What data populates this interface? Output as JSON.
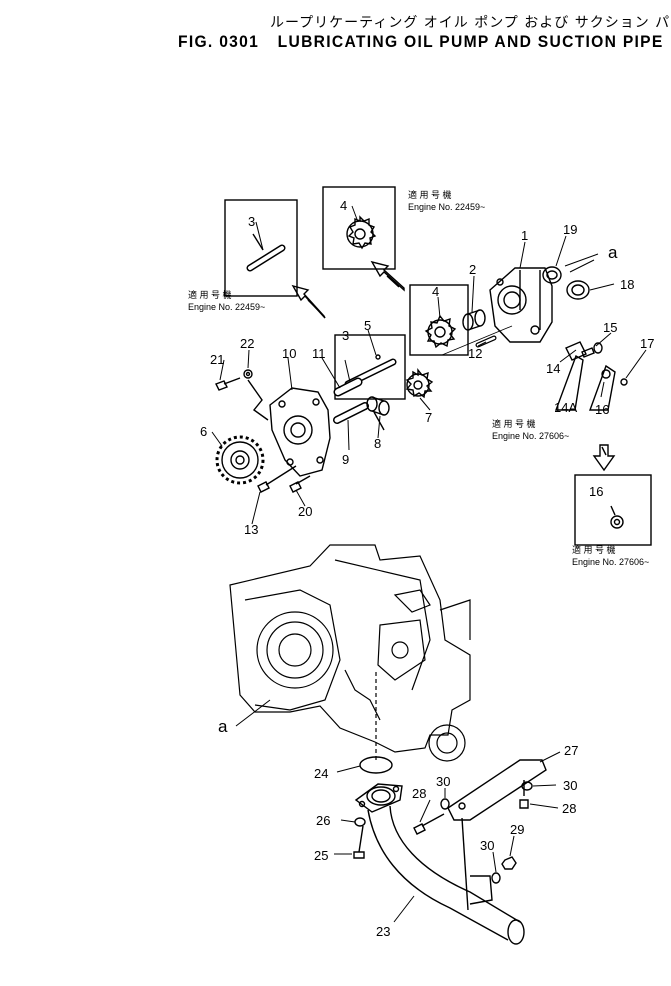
{
  "title": {
    "japanese": "ループリケーティング オイル ポンプ および サクション パイプ",
    "figure_number": "FIG. 0301",
    "english": "LUBRICATING OIL PUMP AND SUCTION PIPE"
  },
  "applicability_notes": [
    {
      "label_jp": "適 用 号 機",
      "engine_no": "Engine No. 22459~"
    },
    {
      "label_jp": "適 用 号 機",
      "engine_no": "Engine No. 22459~"
    },
    {
      "label_jp": "適 用 号 機",
      "engine_no": "Engine No. 27606~"
    },
    {
      "label_jp": "適 用 号 機",
      "engine_no": "Engine No. 27606~"
    }
  ],
  "callouts": {
    "p1": "1",
    "p2": "2",
    "p3a": "3",
    "p3b": "3",
    "p4a": "4",
    "p4b": "4",
    "p5": "5",
    "p6": "6",
    "p7": "7",
    "p8": "8",
    "p9": "9",
    "p10": "10",
    "p11": "11",
    "p12": "12",
    "p13": "13",
    "p14": "14",
    "p14a": "14A",
    "p15": "15",
    "p16a": "16",
    "p16b": "16",
    "p17": "17",
    "p18": "18",
    "p19": "19",
    "p20": "20",
    "p21": "21",
    "p22": "22",
    "p23": "23",
    "p24": "24",
    "p25": "25",
    "p26": "26",
    "p27": "27",
    "p28a": "28",
    "p28b": "28",
    "p29": "29",
    "p30a": "30",
    "p30b": "30",
    "p30c": "30",
    "a1": "a",
    "a2": "a"
  }
}
